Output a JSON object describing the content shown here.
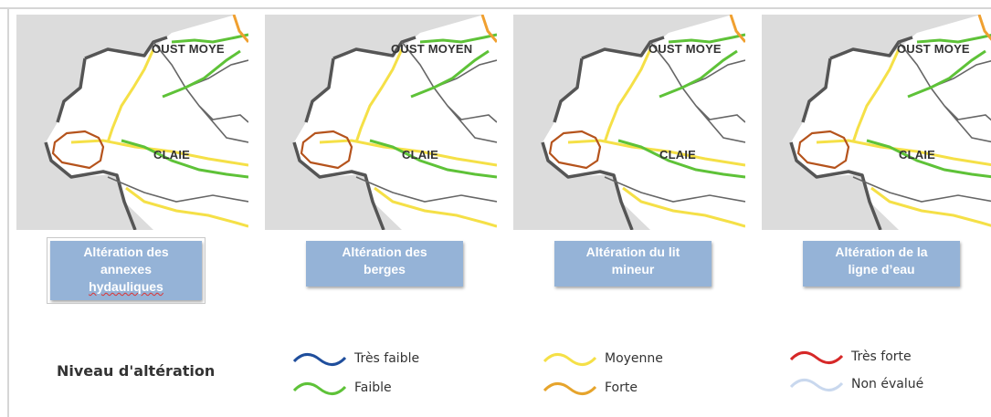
{
  "maps": [
    {
      "caption_lines": [
        "Altération des",
        "annexes",
        "hydauliques"
      ],
      "label_north": "OUST MOYE",
      "label_south": "CLAIE",
      "colors": {
        "north_main": "#f5e047",
        "east_west": "#f5e047",
        "south": "#f5e047",
        "claie": "#5ec238",
        "upper": "#5ec238",
        "orange": "#f0a030"
      }
    },
    {
      "caption_lines": [
        "Altération des",
        "berges"
      ],
      "label_north": "OUST MOYEN",
      "label_south": "CLAIE",
      "colors": {
        "north_main": "#f5e047",
        "east_west": "#f5e047",
        "south": "#f5e047",
        "claie": "#5ec238",
        "upper": "#5ec238",
        "orange": "#f0a030"
      }
    },
    {
      "caption_lines": [
        "Altération du lit",
        "mineur"
      ],
      "label_north": "OUST MOYE",
      "label_south": "CLAIE",
      "colors": {
        "north_main": "#f5e047",
        "east_west": "#f5e047",
        "south": "#f5e047",
        "claie": "#5ec238",
        "upper": "#5ec238",
        "orange": "#f0a030"
      }
    },
    {
      "caption_lines": [
        "Altération de la",
        "ligne d’eau"
      ],
      "label_north": "OUST MOYE",
      "label_south": "CLAIE",
      "colors": {
        "north_main": "#f5e047",
        "east_west": "#f5e047",
        "south": "#f5e047",
        "claie": "#5ec238",
        "upper": "#5ec238",
        "orange": "#f0a030"
      }
    }
  ],
  "legend": {
    "title": "Niveau d'altération",
    "items": [
      {
        "label": "Très faible",
        "color": "#1f4e9c"
      },
      {
        "label": "Faible",
        "color": "#5ec238"
      },
      {
        "label": "Moyenne",
        "color": "#f5e047"
      },
      {
        "label": "Forte",
        "color": "#e6a42c"
      },
      {
        "label": "Très forte",
        "color": "#d62828"
      },
      {
        "label": "Non évalué",
        "color": "#c9d8ee"
      }
    ]
  }
}
